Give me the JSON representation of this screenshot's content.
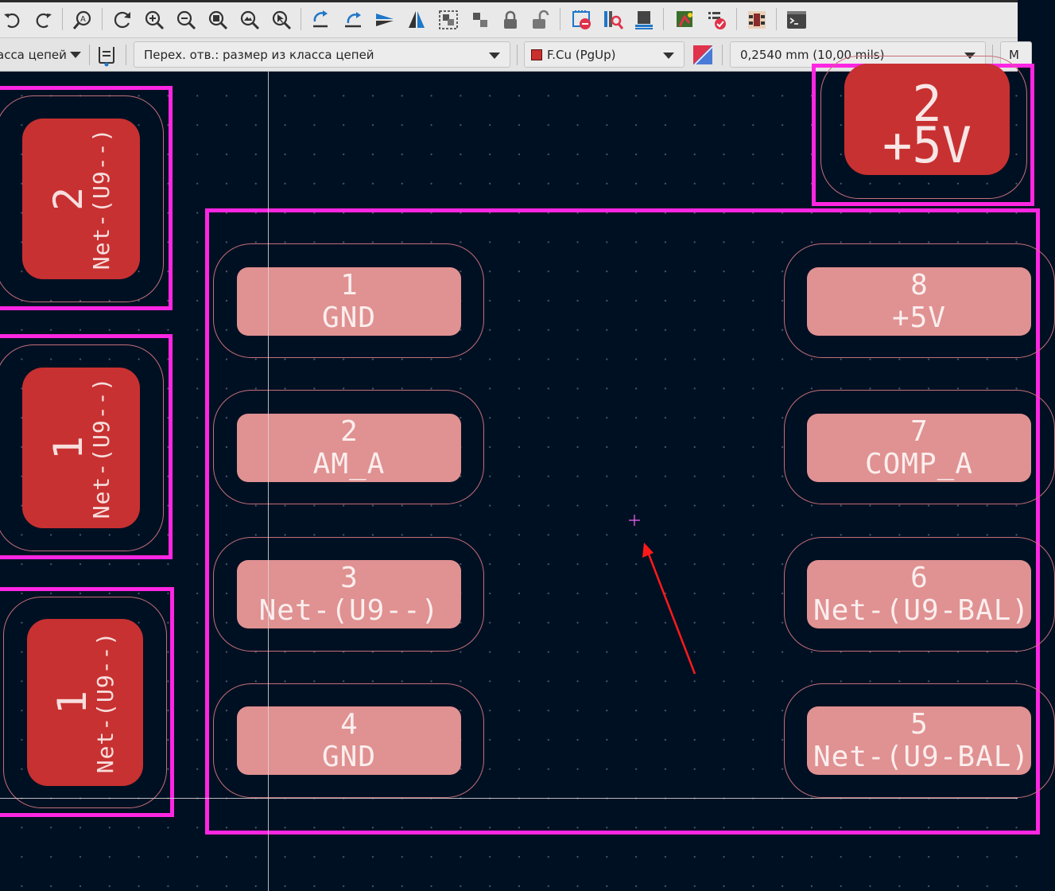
{
  "toolbar": {
    "icons": [
      "undo-icon",
      "redo-icon",
      "find-icon",
      "refresh-icon",
      "zoom-in-icon",
      "zoom-out-icon",
      "zoom-fit-icon",
      "zoom-objects-icon",
      "zoom-selection-icon",
      "route-track-icon",
      "route-diff-pair-icon",
      "flip-icon",
      "mirror-icon",
      "group-icon",
      "ungroup-icon",
      "lock-icon",
      "unlock-icon",
      "drc-icon",
      "net-inspector-icon",
      "board-setup-icon",
      "scripting-icon",
      "checklist-icon",
      "footprint-editor-icon",
      "console-icon"
    ]
  },
  "optbar": {
    "track_width": "асса цепей",
    "via_size": "Перех. отв.: размер из класса цепей",
    "layer": "F.Cu (PgUp)",
    "grid": "0,2540 mm (10,00 mils)",
    "cut_label": "M",
    "layer_color": "#c8312e"
  },
  "canvas": {
    "left_pads": [
      {
        "num": "2",
        "net": "Net-(U9--)"
      },
      {
        "num": "1",
        "net": "Net-(U9--)"
      },
      {
        "num": "1",
        "net": "Net-(U9--)"
      }
    ],
    "top_right_pad": {
      "num": "2",
      "net": "+5V"
    },
    "ic_pads": [
      {
        "num": "1",
        "net": "GND"
      },
      {
        "num": "2",
        "net": "AM_A"
      },
      {
        "num": "3",
        "net": "Net-(U9--)"
      },
      {
        "num": "4",
        "net": "GND"
      },
      {
        "num": "8",
        "net": "+5V"
      },
      {
        "num": "7",
        "net": "COMP_A"
      },
      {
        "num": "6",
        "net": "Net-(U9-BAL)"
      },
      {
        "num": "5",
        "net": "Net-(U9-BAL)"
      }
    ],
    "colors": {
      "background": "#001023",
      "silkscreen": "#ff26e2",
      "pad_copper": "#c83131",
      "pad_smd": "#e09191",
      "annotation_arrow": "#ff1a1a"
    }
  }
}
